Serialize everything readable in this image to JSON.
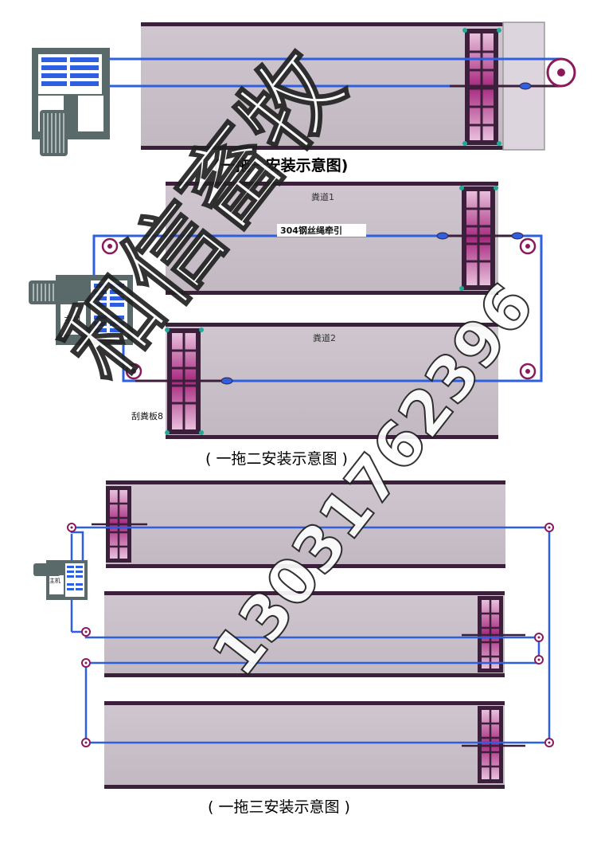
{
  "diagrams": [
    {
      "caption": "(一拖一安装示意图)"
    },
    {
      "caption": "( 一拖二安装示意图 )",
      "channel_1": "粪道1",
      "channel_2": "粪道2",
      "rope": "304钢丝绳牵引",
      "motor": "主机",
      "scraper": "刮粪板8"
    },
    {
      "caption": "( 一拖三安装示意图 )",
      "motor": "主机"
    }
  ],
  "watermark": {
    "brand": "和信畜牧",
    "phone": "13031762396"
  },
  "colors": {
    "channel": "#c9bfc9",
    "rail": "#3b1f3b",
    "rope": "#2e5fe0",
    "frame": "#5a6a6a",
    "scraper_fill": "#b5539b"
  }
}
